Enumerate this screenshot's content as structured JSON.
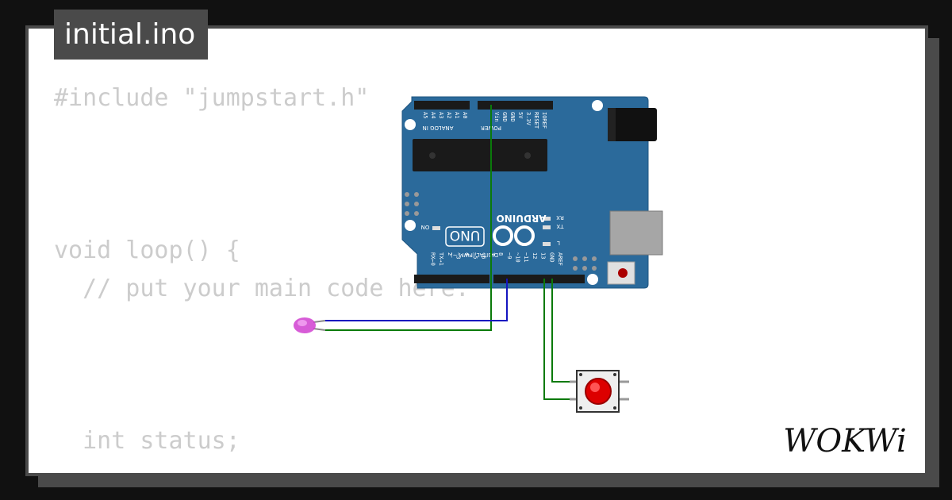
{
  "file_tab": {
    "title": "initial.ino"
  },
  "code": {
    "lines": [
      "#include \"jumpstart.h\"",
      "void loop() {",
      "  // put your main code here:",
      "  int status;"
    ]
  },
  "board": {
    "name": "Arduino Uno",
    "brand": "ARDUINO",
    "model": "UNO",
    "power_header": "POWER",
    "analog_header": "ANALOG IN",
    "digital_header": "DIGITAL (PWM ~)",
    "on_label": "ON",
    "tx_label": "TX",
    "rx_label": "RX",
    "l_label": "L",
    "top_pins": [
      "IOREF",
      "RESET",
      "3.3V",
      "5V",
      "GND",
      "GND",
      "Vin"
    ],
    "analog_pins": [
      "A0",
      "A1",
      "A2",
      "A3",
      "A4",
      "A5"
    ],
    "digital_pins": [
      "AREF",
      "GND",
      "13",
      "12",
      "~11",
      "~10",
      "~9",
      "8",
      "7",
      "~6",
      "~5",
      "4",
      "~3",
      "2",
      "TX→1",
      "RX←0"
    ]
  },
  "components": {
    "led_color": "#d040d0",
    "button_color": "#dd0000"
  },
  "colors": {
    "board": "#2b6a9b",
    "wire_green": "#0a7a0a",
    "wire_blue": "#1515c0"
  },
  "logo": {
    "text": "WOKWi"
  }
}
